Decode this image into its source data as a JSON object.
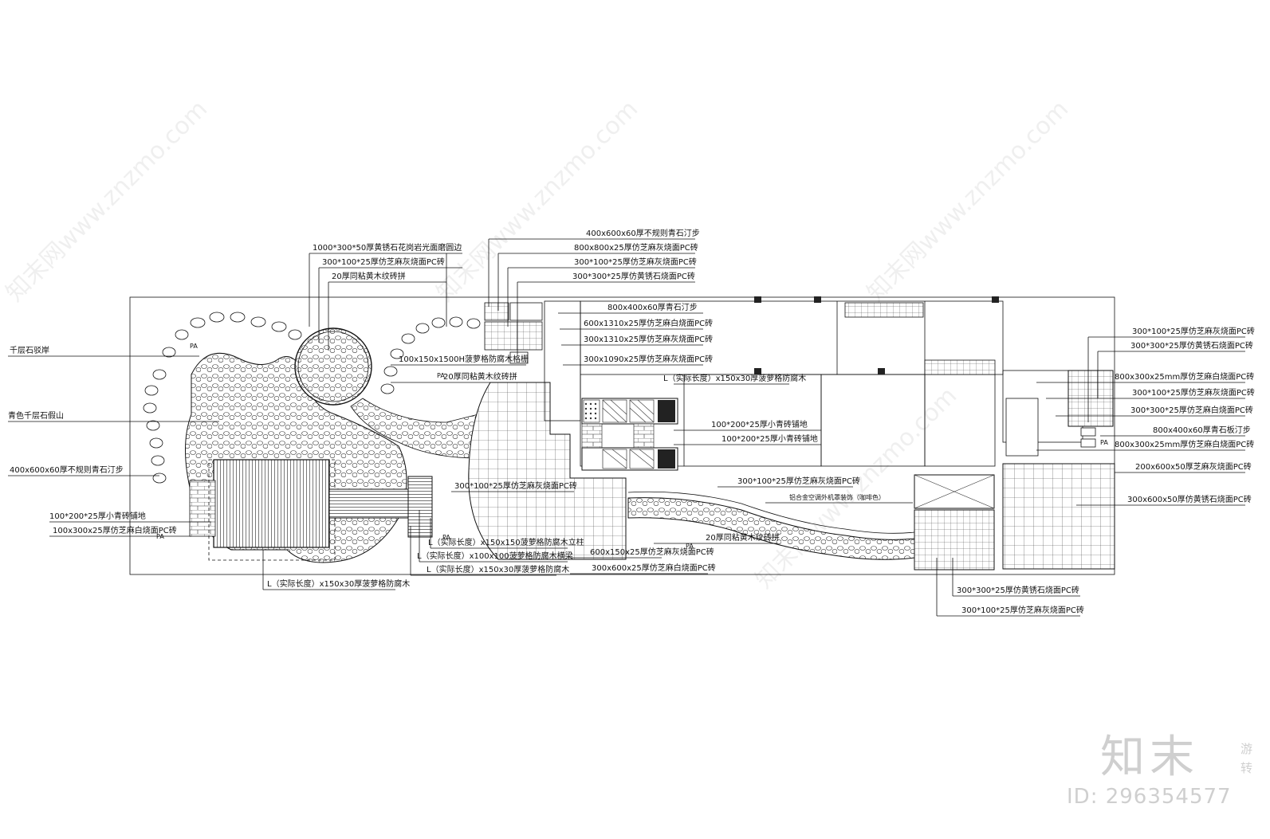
{
  "labels_top": [
    "1000*300*50厚黄锈石花岗岩光面磨圆边",
    "300*100*25厚仿芝麻灰烧面PC砖",
    "20厚同粘黄木纹砖拼"
  ],
  "labels_top_center": [
    "400x600x60厚不规则青石汀步",
    "800x800x25厚仿芝麻灰烧面PC砖",
    "300*100*25厚仿芝麻灰烧面PC砖",
    "300*300*25厚仿黄锈石烧面PC砖"
  ],
  "labels_center": [
    "800x400x60厚青石汀步",
    "600x1310x25厚仿芝麻白烧面PC砖",
    "300x1310x25厚仿芝麻灰烧面PC砖",
    "300x1090x25厚仿芝麻灰烧面PC砖",
    "100x150x1500H菠萝格防腐木格栅",
    "20厚同粘黄木纹砖拼",
    "L（实际长度）x150x30厚菠萝格防腐木",
    "100*200*25厚小青砖铺地",
    "100*200*25厚小青砖铺地",
    "300*100*25厚仿芝麻灰烧面PC砖",
    "铝合金空调外机罩装饰（咖啡色）",
    "20厚同粘黄木纹砖拼",
    "300*100*25厚仿芝麻灰烧面PC砖"
  ],
  "labels_left": [
    "千层石驳岸",
    "青色千层石假山",
    "400x600x60厚不规则青石汀步",
    "100*200*25厚小青砖铺地",
    "100x300x25厚仿芝麻白烧面PC砖"
  ],
  "labels_bottom": [
    "L（实际长度）x150x150菠萝格防腐木立柱",
    "L（实际长度）x100x100菠萝格防腐木横梁",
    "L（实际长度）x150x30厚菠萝格防腐木",
    "L（实际长度）x150x30厚菠萝格防腐木",
    "600x150x25厚仿芝麻灰烧面PC砖",
    "300x600x25厚仿芝麻白烧面PC砖"
  ],
  "labels_right": [
    "300*100*25厚仿芝麻灰烧面PC砖",
    "300*300*25厚仿黄锈石烧面PC砖",
    "800x300x25mm厚仿芝麻白烧面PC砖",
    "300*100*25厚仿芝麻灰烧面PC砖",
    "300*300*25厚仿芝麻白烧面PC砖",
    "800x400x60厚青石板汀步",
    "800x300x25mm厚仿芝麻白烧面PC砖",
    "200x600x50厚芝麻灰烧面PC砖",
    "300x600x50厚仿黄锈石烧面PC砖"
  ],
  "labels_bottom_right": [
    "300*300*25厚仿黄锈石烧面PC砖",
    "300*100*25厚仿芝麻灰烧面PC砖"
  ],
  "pa_marks": [
    "PA",
    "PA",
    "PA",
    "PA",
    "PA",
    "PA"
  ],
  "watermark": {
    "brand": "知末",
    "id_text": "ID: 296354577",
    "edge_text": "游 转",
    "diagonal_text": "知末网www.znzmo.com"
  }
}
